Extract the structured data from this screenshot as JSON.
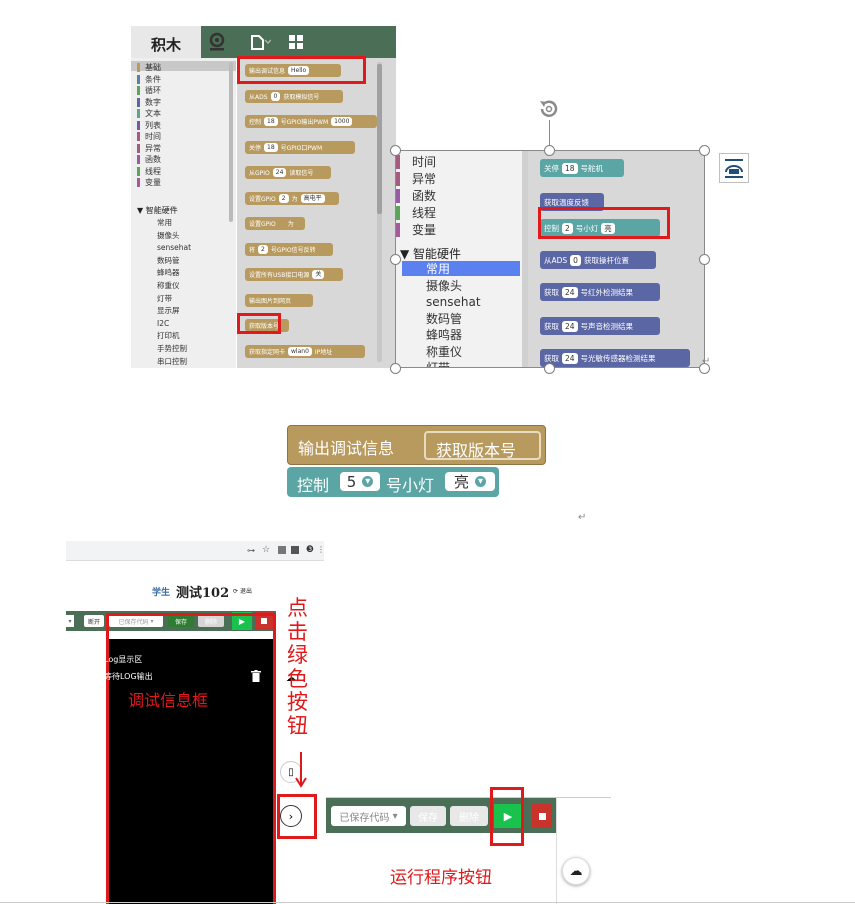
{
  "panel1": {
    "tabs": {
      "blocks_label": "积木"
    },
    "categories": [
      {
        "label": "基础",
        "color": "#b89a5f"
      },
      {
        "label": "条件",
        "color": "#5b80a5"
      },
      {
        "label": "循环",
        "color": "#5ba55b"
      },
      {
        "label": "数字",
        "color": "#5b67a5"
      },
      {
        "label": "文本",
        "color": "#5ba58c"
      },
      {
        "label": "列表",
        "color": "#745ba5"
      },
      {
        "label": "时间",
        "color": "#a55b80"
      },
      {
        "label": "异常",
        "color": "#a55b80"
      },
      {
        "label": "函数",
        "color": "#995ba5"
      },
      {
        "label": "线程",
        "color": "#5ba55b"
      },
      {
        "label": "变量",
        "color": "#a55b99"
      }
    ],
    "hardware_header": "▼ 智能硬件",
    "hardware_items": [
      "常用",
      "摄像头",
      "sensehat",
      "数码管",
      "蜂鸣器",
      "称重仪",
      "灯带",
      "显示屏",
      "I2C",
      "打印机",
      "手势控制",
      "串口控制"
    ],
    "blocks": [
      {
        "text": "输出调试信息",
        "value": "Hello",
        "color": "#b89a5f"
      },
      {
        "text": "从ADS",
        "value": "0",
        "suffix": "获取模拟信号",
        "color": "#b89a5f"
      },
      {
        "text": "控制",
        "value": "18",
        "suffix": "号GPIO输出PWM",
        "value2": "1000",
        "color": "#b89a5f"
      },
      {
        "text": "关停",
        "value": "18",
        "suffix": "号GPIO口PWM",
        "color": "#b89a5f"
      },
      {
        "text": "从GPIO",
        "value": "24",
        "suffix": "读取信号",
        "color": "#b89a5f"
      },
      {
        "text": "设置GPIO",
        "value": "2",
        "suffix": "为",
        "value2": "高电平",
        "color": "#b89a5f"
      },
      {
        "text": "设置GPIO",
        "value": "",
        "suffix": "为",
        "color": "#b89a5f"
      },
      {
        "text": "将",
        "value": "2",
        "suffix": "号GPIO信号反转",
        "color": "#b89a5f"
      },
      {
        "text": "设置所有USB接口电源",
        "value": "关",
        "color": "#b89a5f"
      },
      {
        "text": "输出图片到网页",
        "value": "",
        "color": "#b89a5f"
      },
      {
        "text": "获取版本号",
        "color": "#b89a5f"
      },
      {
        "text": "获取指定网卡",
        "value": "wlan0",
        "suffix": "IP地址",
        "color": "#b89a5f"
      }
    ]
  },
  "panel2": {
    "categories": [
      {
        "label": "时间",
        "color": "#a55b80"
      },
      {
        "label": "异常",
        "color": "#a55b80"
      },
      {
        "label": "函数",
        "color": "#995ba5"
      },
      {
        "label": "线程",
        "color": "#5ba55b"
      },
      {
        "label": "变量",
        "color": "#a55b99"
      }
    ],
    "hardware_header": "▼ 智能硬件",
    "hardware_items": [
      "常用",
      "摄像头",
      "sensehat",
      "数码管",
      "蜂鸣器",
      "称重仪",
      "灯带"
    ],
    "blocks": [
      {
        "text": "关停",
        "value": "18",
        "suffix": "号舵机",
        "color": "#5ba5a5"
      },
      {
        "text": "获取温度反馈",
        "color": "#5b67a5"
      },
      {
        "text": "控制",
        "value": "2",
        "suffix": "号小灯",
        "value2": "亮",
        "color": "#5ba5a5"
      },
      {
        "text": "从ADS",
        "value": "0",
        "suffix": "获取操杆位置",
        "color": "#5b67a5"
      },
      {
        "text": "获取",
        "value": "24",
        "suffix": "号红外检测结果",
        "color": "#5b67a5"
      },
      {
        "text": "获取",
        "value": "24",
        "suffix": "号声音检测结果",
        "color": "#5b67a5"
      },
      {
        "text": "获取",
        "value": "24",
        "suffix": "号光敏传感器检测结果",
        "color": "#5b67a5"
      }
    ]
  },
  "combo": {
    "debug_label": "输出调试信息",
    "version_label": "获取版本号",
    "control_label": "控制",
    "control_value": "5",
    "light_label": "号小灯",
    "light_value": "亮",
    "arrow": "▾"
  },
  "panel3": {
    "user_role": "学生",
    "user_name": "测试102",
    "logout": "退出",
    "toolbar": {
      "disconnect": "断开",
      "saved_code": "已保存代码",
      "save": "保存",
      "delete": "删除",
      "run_tooltip": "运行"
    },
    "log_title": "Log显示区",
    "log_waiting": "等待LOG输出",
    "annotation": "调试信息框",
    "vertical_note": [
      "点",
      "击",
      "绿",
      "色",
      "按",
      "钮"
    ]
  },
  "panel4": {
    "saved_code": "已保存代码",
    "save": "保存",
    "delete": "删除",
    "annotation": "运行程序按钮"
  },
  "colors": {
    "highlight": "#e0191b",
    "toolbar_green": "#4a6e56",
    "run_green": "#19c24d",
    "stop_red": "#c9332c"
  }
}
